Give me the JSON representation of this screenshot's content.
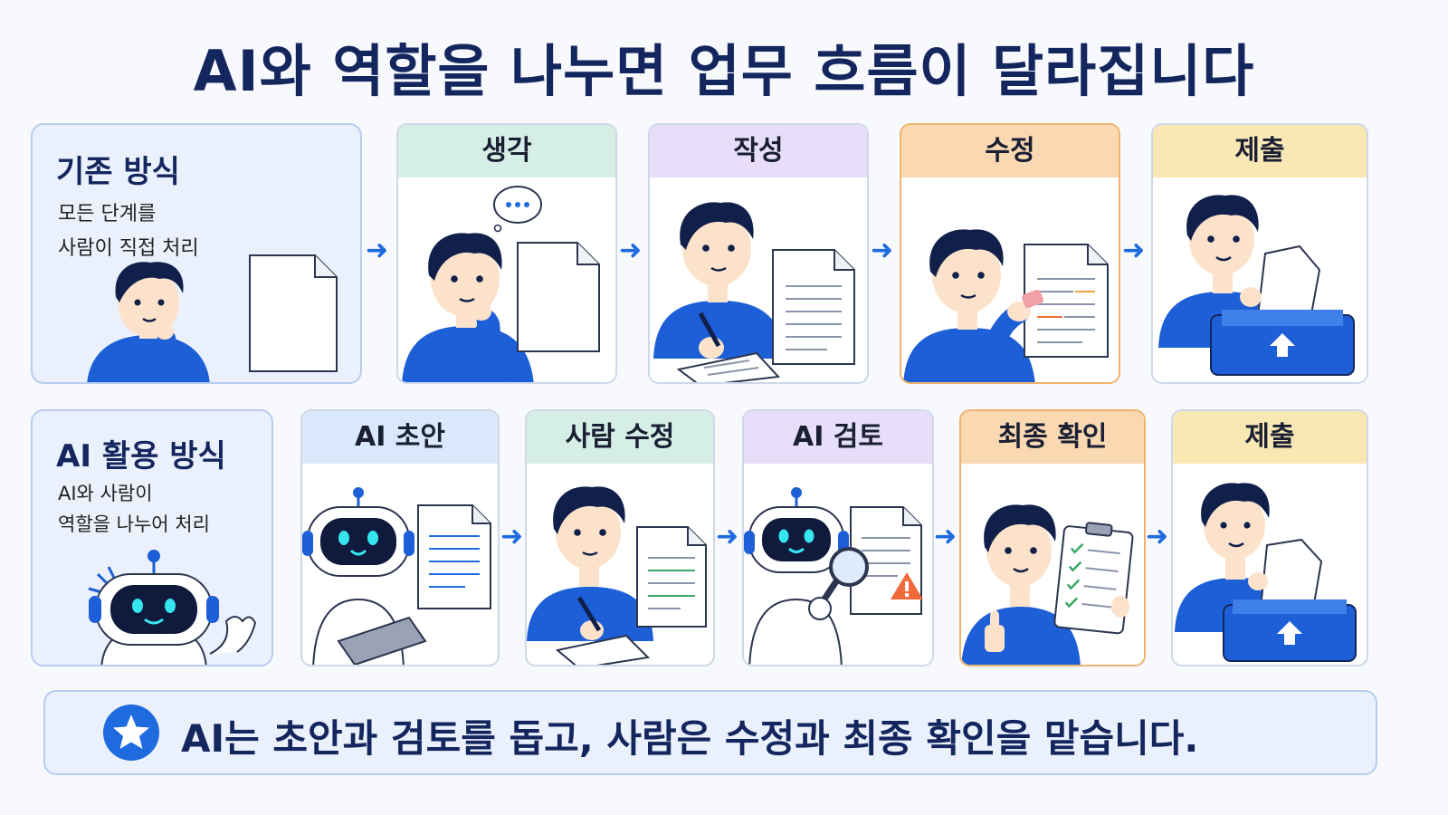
{
  "title": "AI와 역할을 나누면 업무 흐름이 달라집니다",
  "row1": {
    "label": "기존 방식",
    "desc_line1": "모든 단계를",
    "desc_line2": "사람이 직접 처리",
    "steps": [
      {
        "label": "생각",
        "color": "#d6efe6"
      },
      {
        "label": "작성",
        "color": "#e7defa"
      },
      {
        "label": "수정",
        "color": "#f9d8b2"
      },
      {
        "label": "제출",
        "color": "#fae8b4"
      }
    ]
  },
  "row2": {
    "label": "AI 활용 방식",
    "desc_line1": "AI와 사람이",
    "desc_line2": "역할을 나누어 처리",
    "steps": [
      {
        "label": "AI 초안",
        "color": "#d9e8fb"
      },
      {
        "label": "사람 수정",
        "color": "#d6efe6"
      },
      {
        "label": "AI 검토",
        "color": "#e7defa"
      },
      {
        "label": "최종 확인",
        "color": "#f9d8b2"
      },
      {
        "label": "제출",
        "color": "#fae8b4"
      }
    ]
  },
  "summary": "AI는 초안과 검토를 돕고, 사람은 수정과 최종 확인을 맡습니다.",
  "colors": {
    "accent": "#1e6be0",
    "shirt": "#1d5fd6",
    "navy": "#14265e",
    "hair": "#10204a",
    "skin": "#fde2cb"
  },
  "icons": [
    "arrow-right-icon",
    "star-icon",
    "robot-icon",
    "person-icon",
    "document-icon",
    "magnifier-icon",
    "warning-icon",
    "clipboard-icon",
    "inbox-tray-icon"
  ]
}
